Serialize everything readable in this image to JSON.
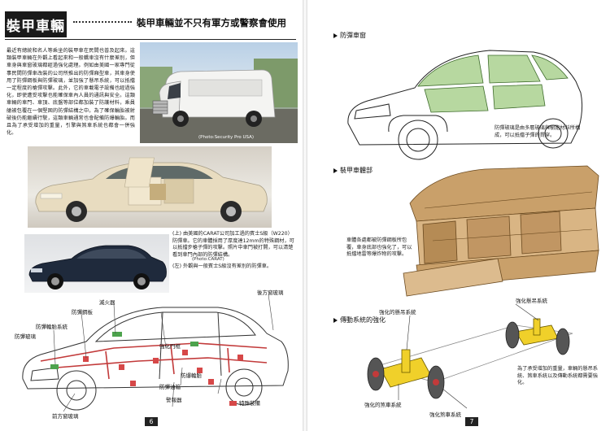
{
  "left": {
    "title": "裝甲車輛",
    "subtitle": "裝甲車輛並不只有軍方或警察會使用",
    "body_text": "最近有總統和名人等乘坐的裝甲車在民間也普及起來。這類裝甲車輛在外觀上看起來和一般轎車沒有什麼差別，但車身與車窗玻璃都經過強化處理。例如由美國一家專門從事民間防彈車改裝的公司所推出的防彈廂型車，其車身使用了防彈鋼板與防彈玻璃，並加強了懸吊系統，可以抵擋一定程度的槍彈攻擊。此外，它的車載電子設備也經過強化，即使遭受攻擊也能確保車內人員的通訊與安全。這類車輛的車門、車頂、底盤等部位都加裝了防護材料，乘員艙被包覆在一個堅固的防彈結構之中。為了確保輪胎被射破後仍能繼續行駛，這類車輛通常也會配備防爆輪胎。而且為了承受增加的重量，引擎與煞車系統也都會一併強化。",
    "van_credit": "(Photo:Security Pro USA)",
    "beige_caption": "(上) 由美國的CARAT公司加工過的賓士S級（W220）防彈車。它的車體採用了厚度達12mm的特殊鋼材，可以抵擋步槍子彈的攻擊。照片中車門被打開，可以清楚看到車門內部的防彈結構。",
    "navy_caption": "(左) 外觀與一般賓士S級沒有差別的防彈車。",
    "car_credit": "(Photo:CARAT)",
    "labels": {
      "rear_glass": "後方窗玻璃",
      "fire_ext": "滅火器",
      "armor_panel": "防彈鋼板",
      "bulletproof_tire": "防彈輪胎系統",
      "bulletproof_glass": "防彈玻璃",
      "run_flat": "防爆輪胎",
      "fuel_tank": "防彈油箱",
      "reinforced_door": "強化門框",
      "siren": "警報器",
      "front_glass": "前方窗玻璃"
    },
    "legend_label": "特殊裝備",
    "page_number": "6"
  },
  "right": {
    "section1": "防彈車窗",
    "section1_caption": "防彈玻璃是由多層玻璃與樹脂材料所構成，可以抵擋子彈的貫穿。",
    "section2": "裝甲車體部",
    "section2_caption": "車體各處都被防彈鋼板所包覆，車身底部也強化了，可以抵擋地雷等爆炸物的攻擊。",
    "section3": "傳動系統的強化",
    "suspension_labels": {
      "top_left": "強化的懸吊系統",
      "top_right": "強化懸吊系統",
      "bottom_left": "強化的煞車系統",
      "bottom_mid": "強化煞車系統"
    },
    "section3_caption": "為了承受增加的重量，車輛的懸吊系統、煞車系統以及傳動系統都需要強化。",
    "page_number": "7"
  }
}
